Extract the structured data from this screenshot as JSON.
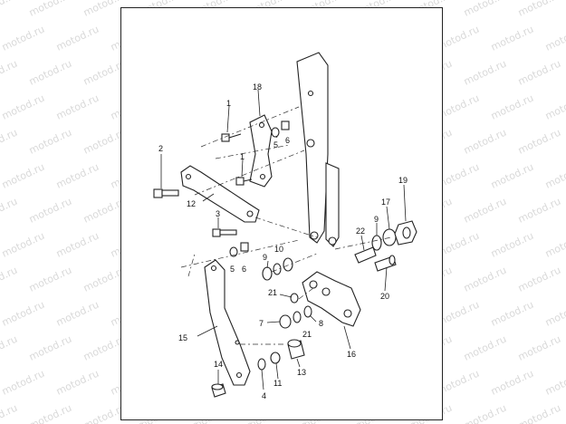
{
  "watermark": "motod.ru",
  "callouts": [
    "1",
    "18",
    "5",
    "6",
    "2",
    "1",
    "12",
    "3",
    "5",
    "6",
    "9",
    "10",
    "15",
    "21",
    "7",
    "8",
    "21",
    "14",
    "4",
    "11",
    "13",
    "16",
    "22",
    "9",
    "17",
    "19",
    "20"
  ],
  "colors": {
    "line": "#222222",
    "watermark": "#d9d9d9",
    "background": "#ffffff"
  }
}
